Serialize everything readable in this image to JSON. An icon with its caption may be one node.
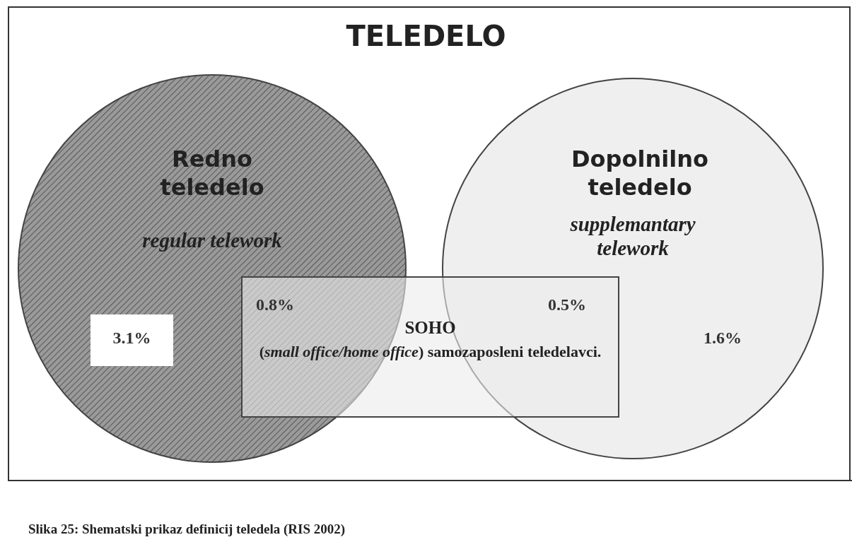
{
  "diagram": {
    "title": "TELEDELO",
    "caption": "Slika 25: Shematski prikaz definicij teledela (RIS 2002)",
    "nodes": [
      {
        "text": [
          "Redno teledelo",
          "regular telework"
        ]
      },
      {
        "text": [
          "Dopolnilno teledelo",
          "supplemantary telework"
        ]
      },
      {
        "text": [
          "SOHO",
          "(*small office/home office*) samozaposleni teledelavci."
        ]
      },
      {
        "text": [
          "3.1%"
        ],
        "in": 0
      }
    ],
    "labels": [
      "0.8%",
      "0.5%",
      "1.6%"
    ]
  }
}
